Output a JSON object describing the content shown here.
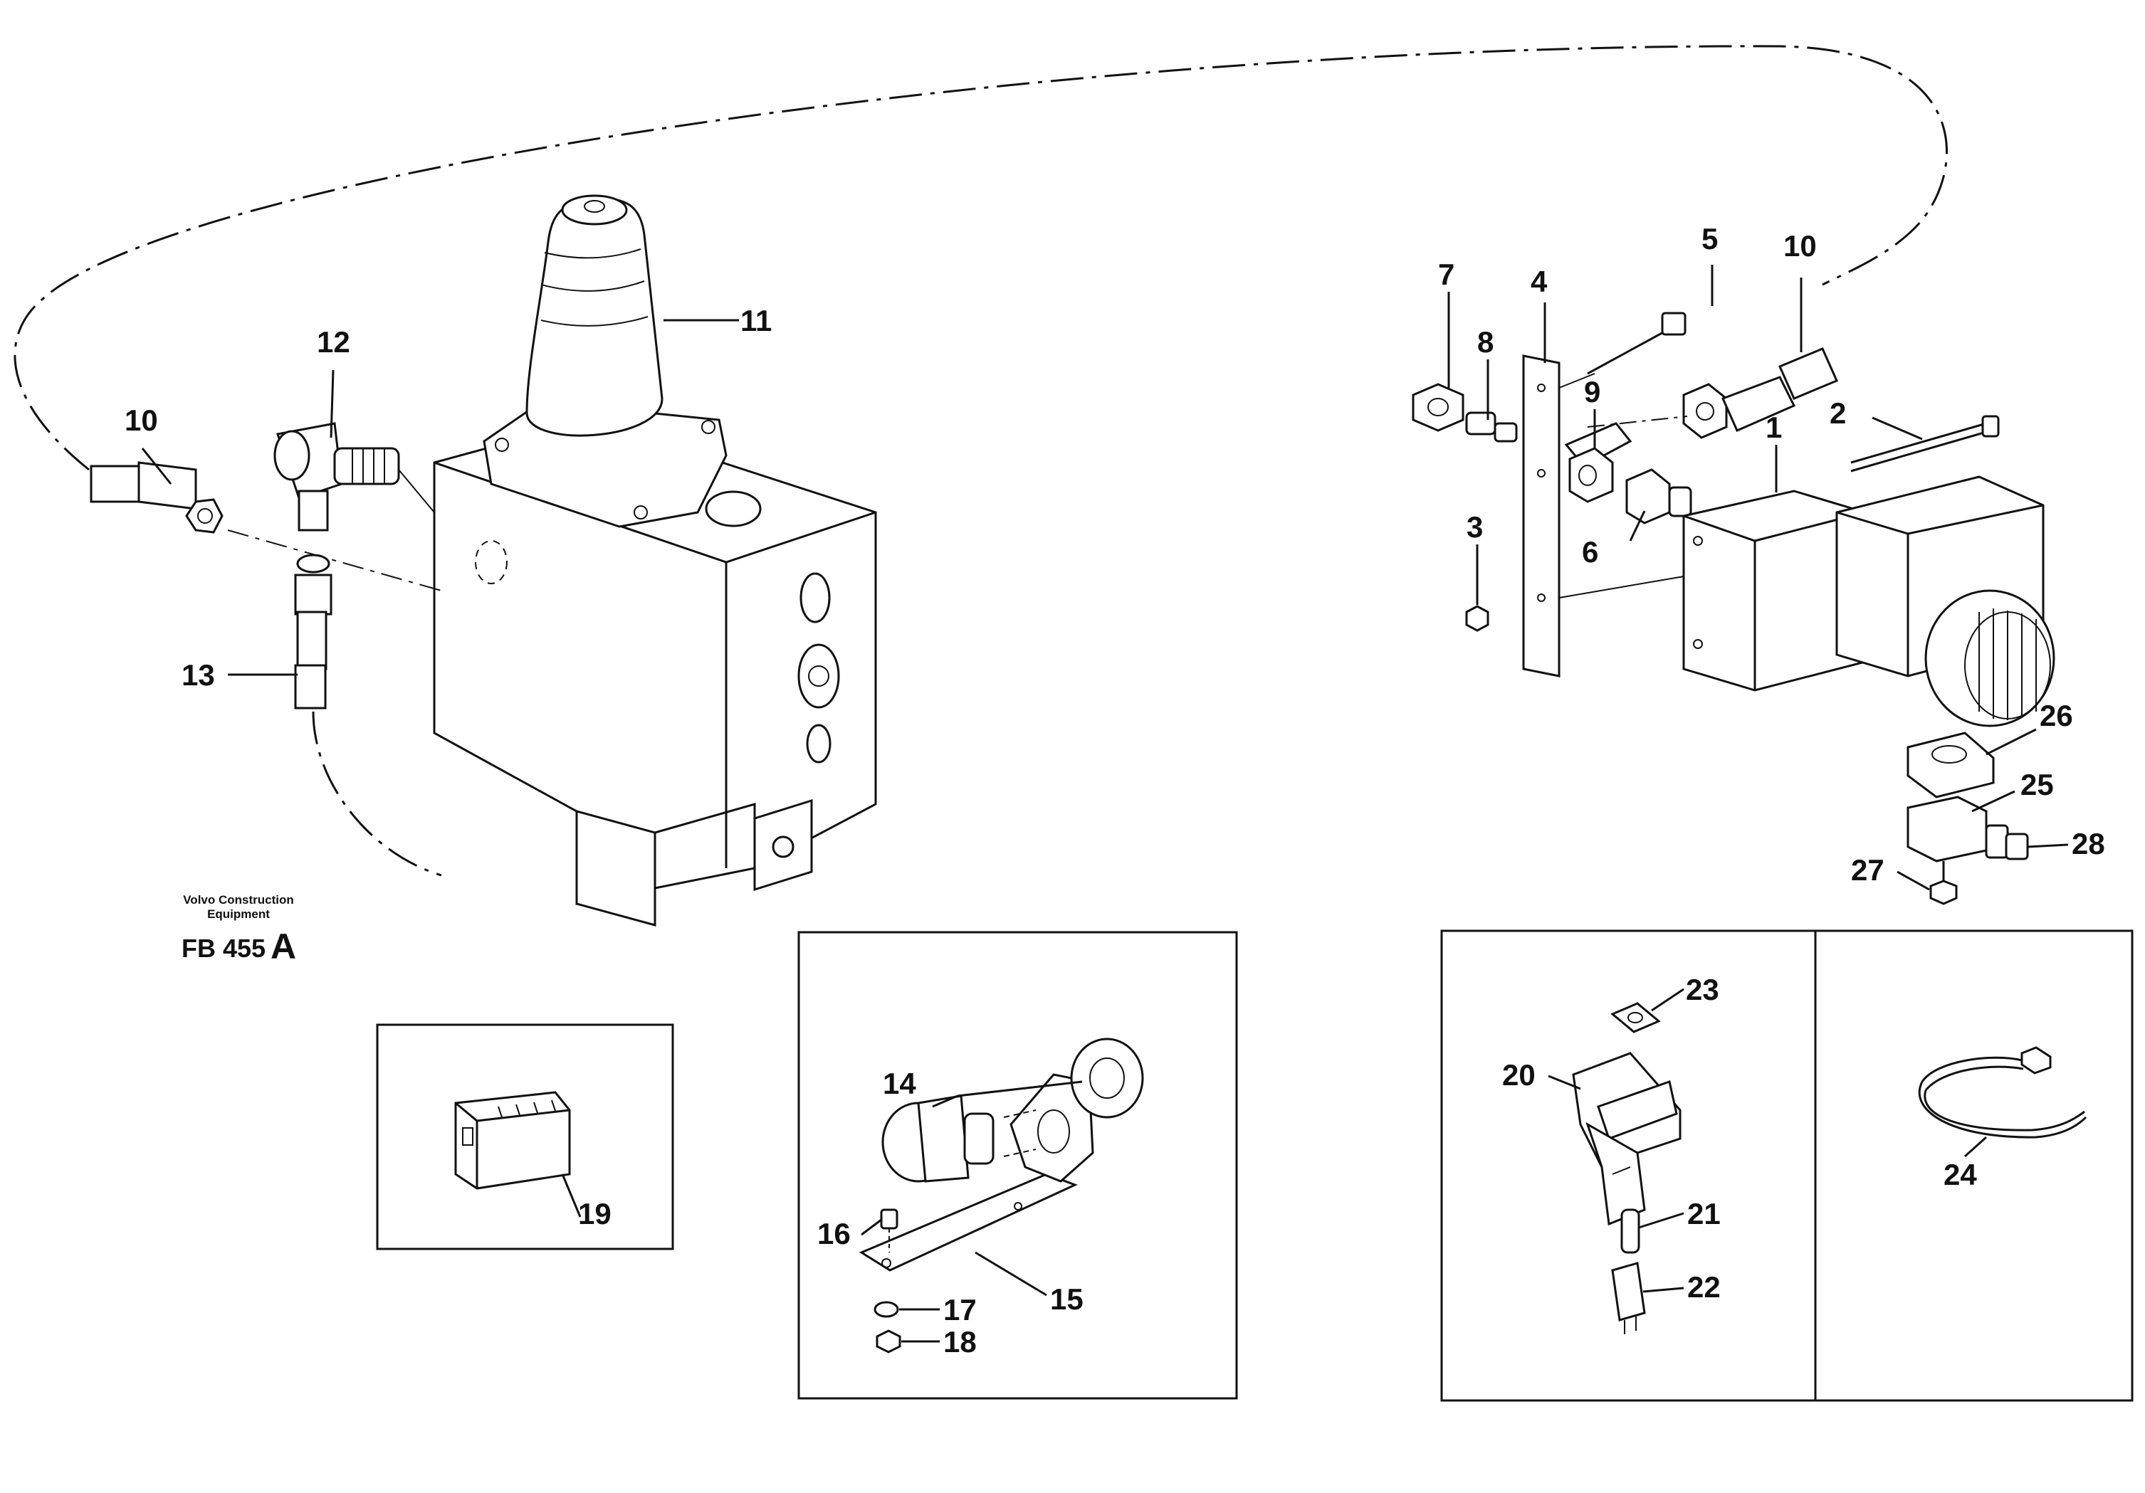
{
  "brand": {
    "line1": "Volvo Construction",
    "line2": "Equipment",
    "figure_code": "FB 455",
    "revision": "A"
  },
  "callouts": {
    "c1": "1",
    "c2": "2",
    "c3": "3",
    "c4": "4",
    "c5": "5",
    "c6": "6",
    "c7": "7",
    "c8": "8",
    "c9": "9",
    "c10a": "10",
    "c10b": "10",
    "c11": "11",
    "c12": "12",
    "c13": "13",
    "c14": "14",
    "c15": "15",
    "c16": "16",
    "c17": "17",
    "c18": "18",
    "c19": "19",
    "c20": "20",
    "c21": "21",
    "c22": "22",
    "c23": "23",
    "c24": "24",
    "c25": "25",
    "c26": "26",
    "c27": "27",
    "c28": "28"
  }
}
